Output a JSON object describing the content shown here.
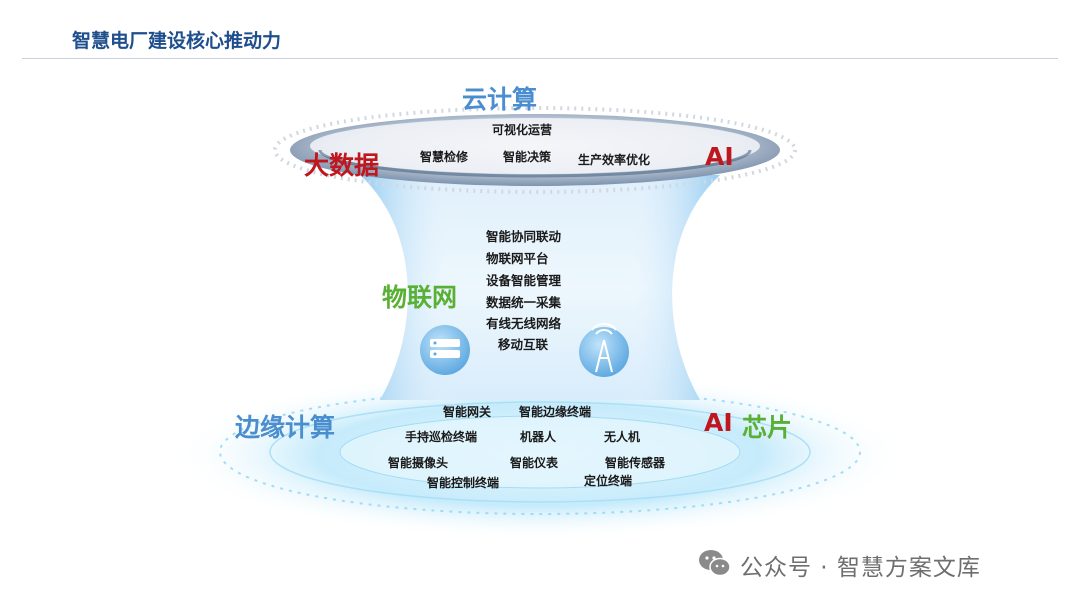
{
  "header": {
    "title": "智慧电厂建设核心推动力"
  },
  "top_layer": {
    "name": "云计算",
    "left_label": "大数据",
    "right_label": "AI",
    "items": [
      "可视化运营",
      "智慧检修",
      "智能决策",
      "生产效率优化"
    ]
  },
  "middle_layer": {
    "name": "物联网",
    "items": [
      "智能协同联动",
      "物联网平台",
      "设备智能管理",
      "数据统一采集",
      "有线无线网络",
      "移动互联"
    ]
  },
  "bottom_layer": {
    "name": "边缘计算",
    "right_label_ai": "AI",
    "right_label_chip": "芯片",
    "items": [
      "智能网关",
      "智能边缘终端",
      "手持巡检终端",
      "机器人",
      "无人机",
      "智能摄像头",
      "智能仪表",
      "智能传感器",
      "智能控制终端",
      "定位终端"
    ]
  },
  "watermark": {
    "text": "公众号 · 智慧方案文库"
  },
  "colors": {
    "title": "#1f4e8c",
    "blue": "#4a8ed0",
    "red": "#c0161e",
    "green": "#5ab034"
  }
}
